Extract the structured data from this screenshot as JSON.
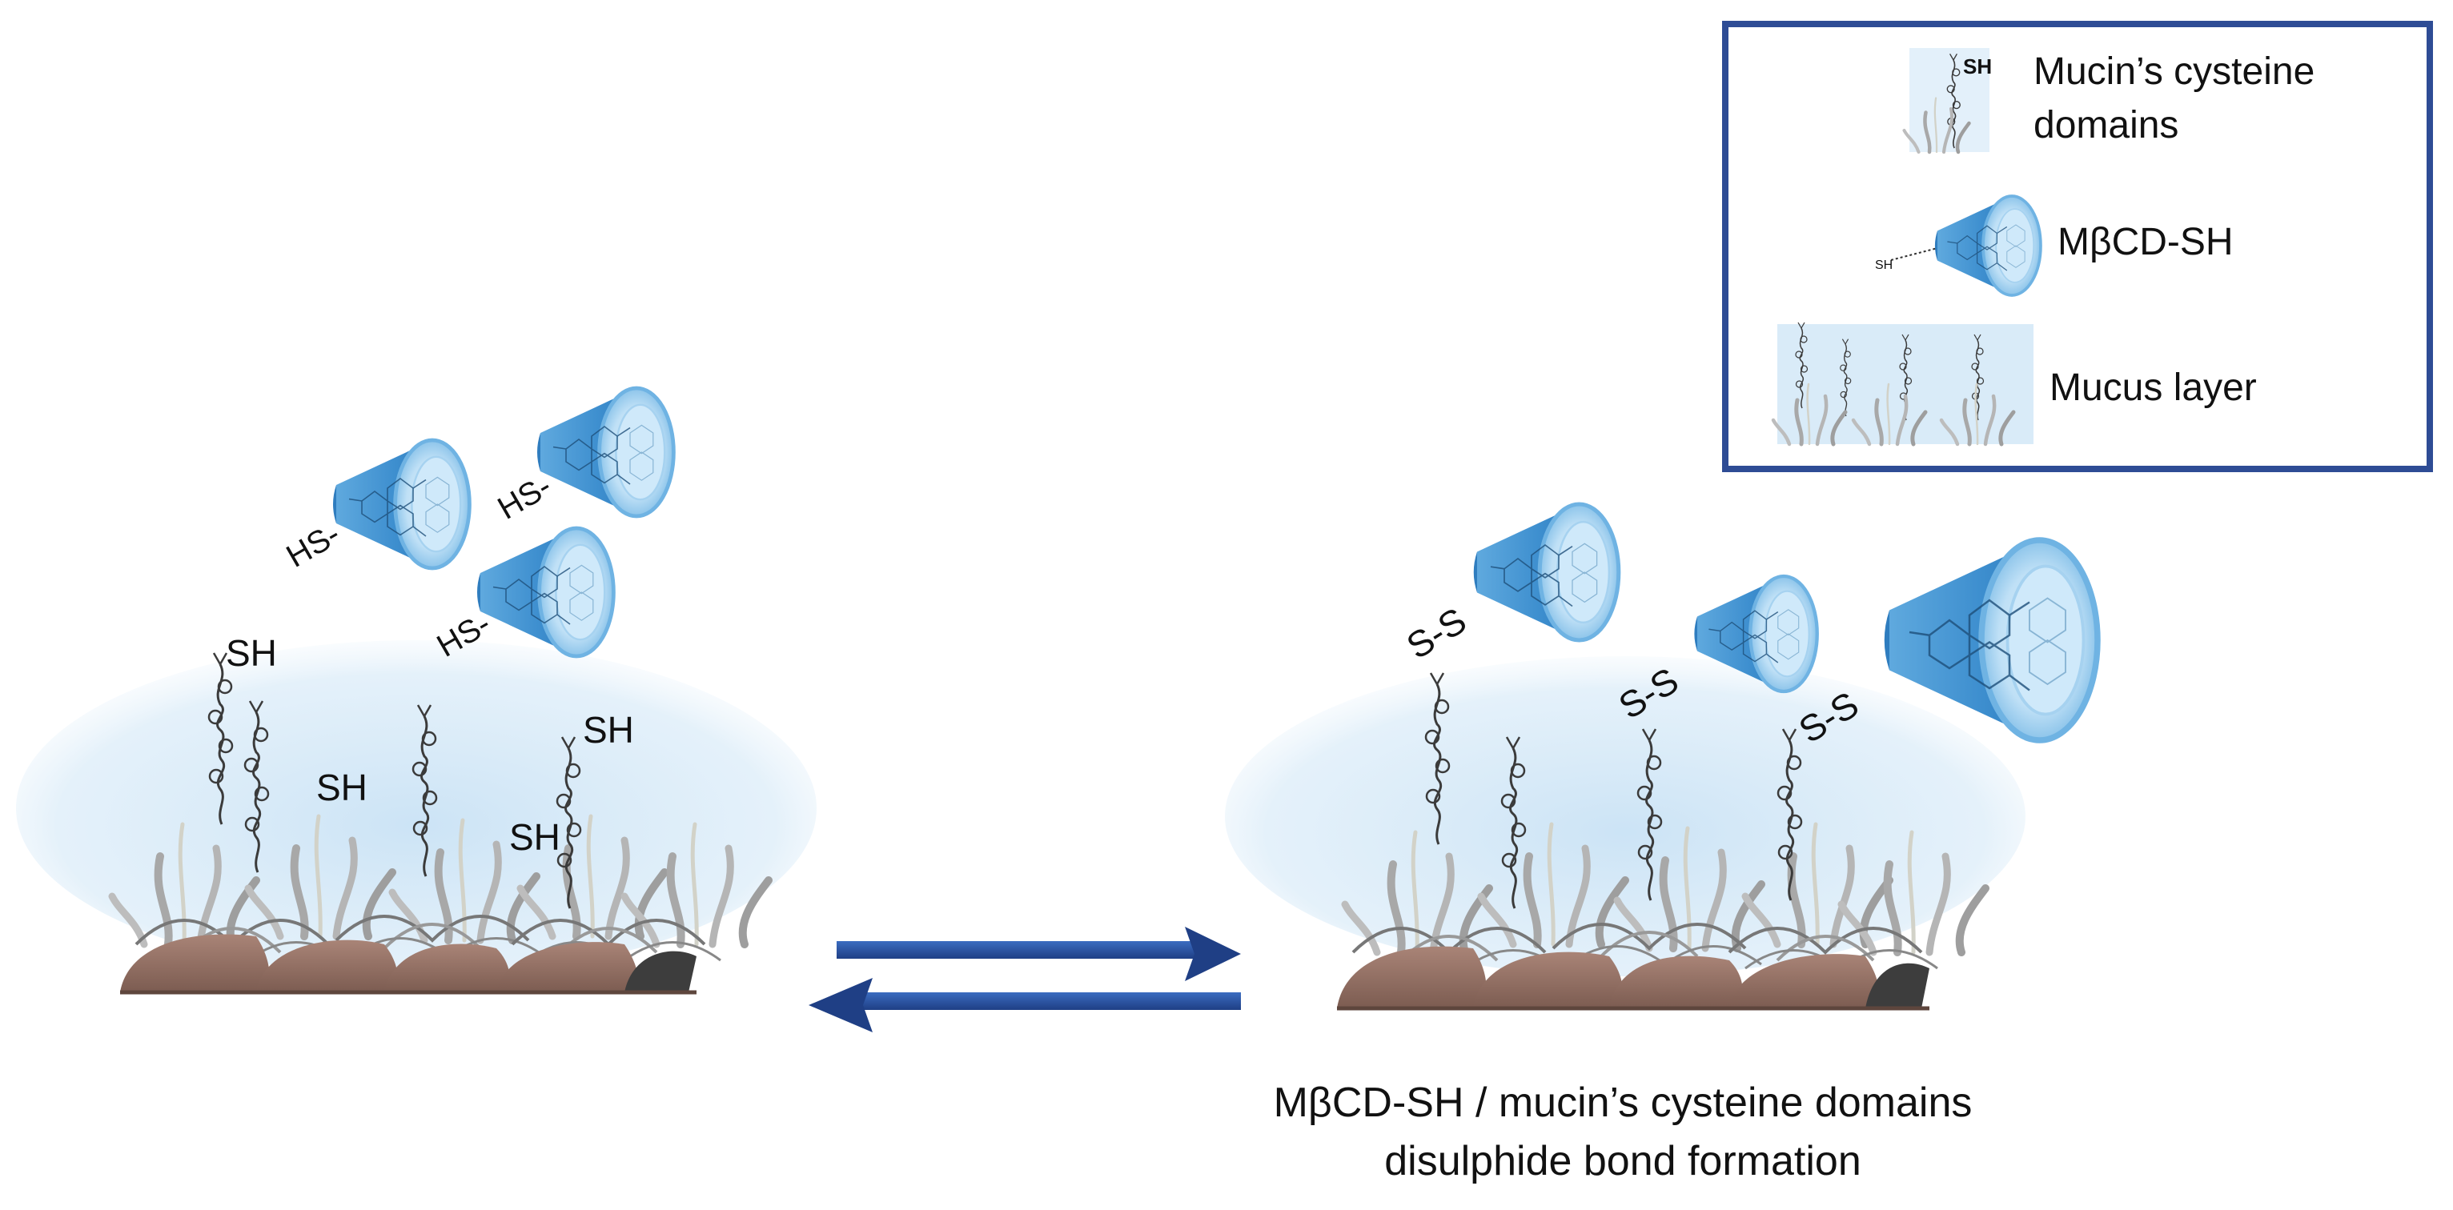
{
  "legend": {
    "items": [
      {
        "icon_text": "SH",
        "label_line1": "Mucin’s cysteine",
        "label_line2": "domains"
      },
      {
        "icon_text": "SH",
        "label_line1": "MβCD-SH"
      },
      {
        "label_line1": "Mucus layer"
      }
    ]
  },
  "left_panel": {
    "free_thiols": [
      "HS-",
      "HS-",
      "HS-"
    ],
    "mucin_thiols": [
      "SH",
      "SH",
      "SH",
      "SH"
    ]
  },
  "right_panel": {
    "bonds": [
      "S-S",
      "S-S",
      "S-S"
    ]
  },
  "caption": {
    "line1": "MβCD-SH / mucin’s cysteine domains",
    "line2": "disulphide bond formation"
  },
  "colors": {
    "cone_outer": "#3a8fd0",
    "cone_inner": "#cfe9fa",
    "mucus": "#d4e8f6",
    "cell": "#8a6a5d",
    "arrow": "#2b55a6",
    "legend_border": "#2e4c95"
  }
}
